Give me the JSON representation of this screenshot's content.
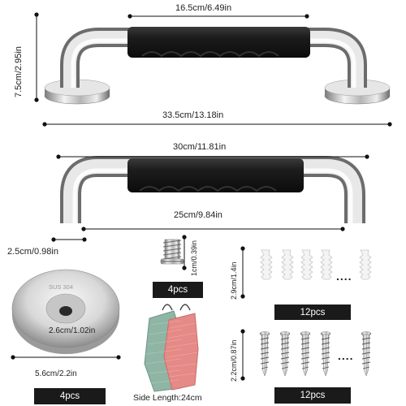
{
  "top_bar": {
    "grip_length": "16.5cm/6.49in",
    "height": "7.5cm/2.95in",
    "total_length": "33.5cm/13.18in"
  },
  "bottom_bar": {
    "total_length": "30cm/11.81in",
    "inner_length": "25cm/9.84in",
    "post_width": "2.5cm/0.98in"
  },
  "screw_small": {
    "length": "1cm/0.39in",
    "quantity": "4pcs"
  },
  "anchors": {
    "length": "2.9cm/1.4in",
    "ellipsis": "....",
    "quantity": "12pcs"
  },
  "flange_cover": {
    "stamp": "SUS 304",
    "hole_label": "2.6cm/1.02in",
    "diameter": "5.6cm/2.2in",
    "quantity": "4pcs"
  },
  "towel": {
    "caption": "Side Length:24cm"
  },
  "long_screws": {
    "length": "2.2cm/0.87in",
    "ellipsis": "....",
    "quantity": "12pcs"
  },
  "colors": {
    "chrome_light": "#f2f2f2",
    "chrome_dark": "#7a7a7a",
    "grip": "#1b1b1b",
    "badge": "#1a1a1a",
    "towel_green": "#8fb5a5",
    "towel_pink": "#e58a86"
  }
}
